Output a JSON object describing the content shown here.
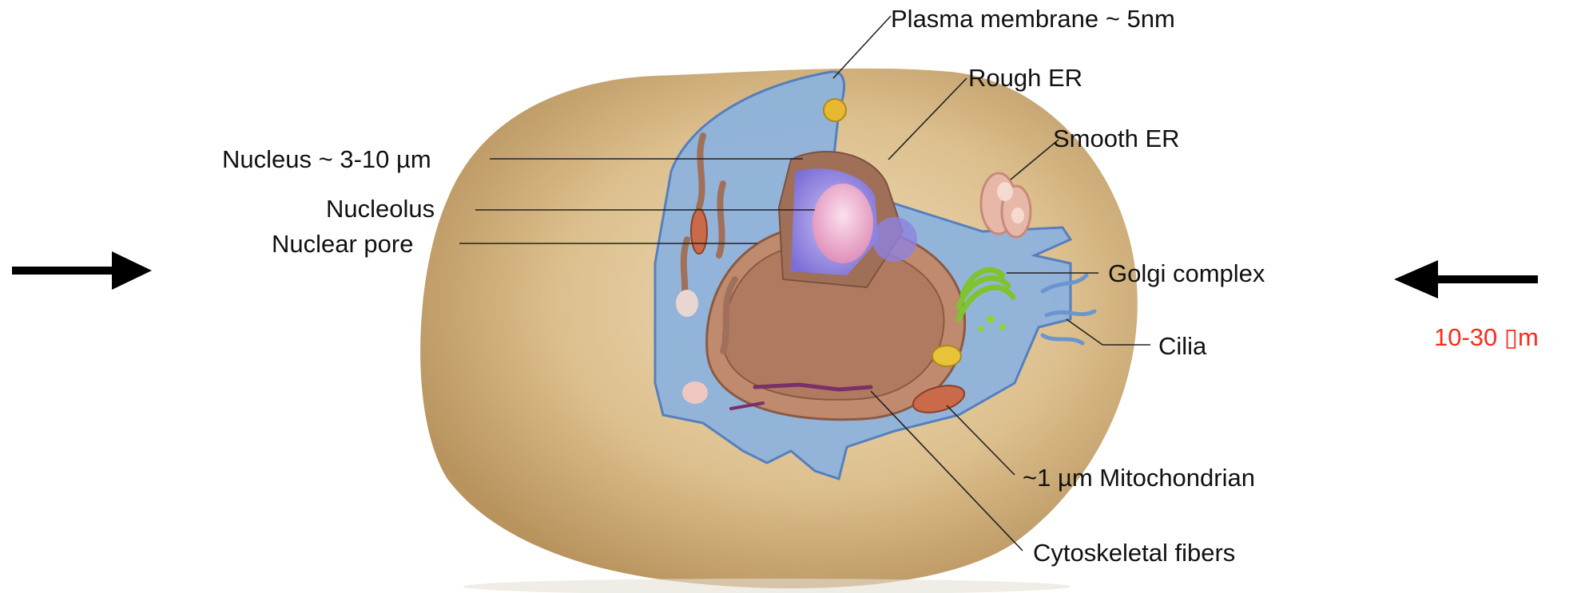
{
  "labels": {
    "plasma_membrane": "Plasma membrane ~ 5nm",
    "rough_er": "Rough ER",
    "smooth_er": "Smooth ER",
    "nucleus": "Nucleus ~ 3-10 µm",
    "nucleolus": "Nucleolus",
    "nuclear_pore": "Nuclear pore",
    "golgi": "Golgi complex",
    "cilia": "Cilia",
    "mitochondrian": "~1 µm Mitochondrian",
    "cytoskeletal": "Cytoskeletal fibers"
  },
  "scale": {
    "text": "10-30 ▯m"
  },
  "colors": {
    "cell_body": "#d9b985",
    "cell_shadow": "#b8935e",
    "cytoplasm": "#8fb3dd",
    "cytoplasm_edge": "#4f7cc0",
    "nuclear_envelope": "#b88066",
    "nucleoplasm": "#9b8fe0",
    "nucleolus": "#f2b6d2",
    "golgi": "#8fd13a",
    "mitochondria": "#c96a4a",
    "er": "#a0705a",
    "scale_text": "#ff2a1a",
    "arrow": "#000000"
  }
}
